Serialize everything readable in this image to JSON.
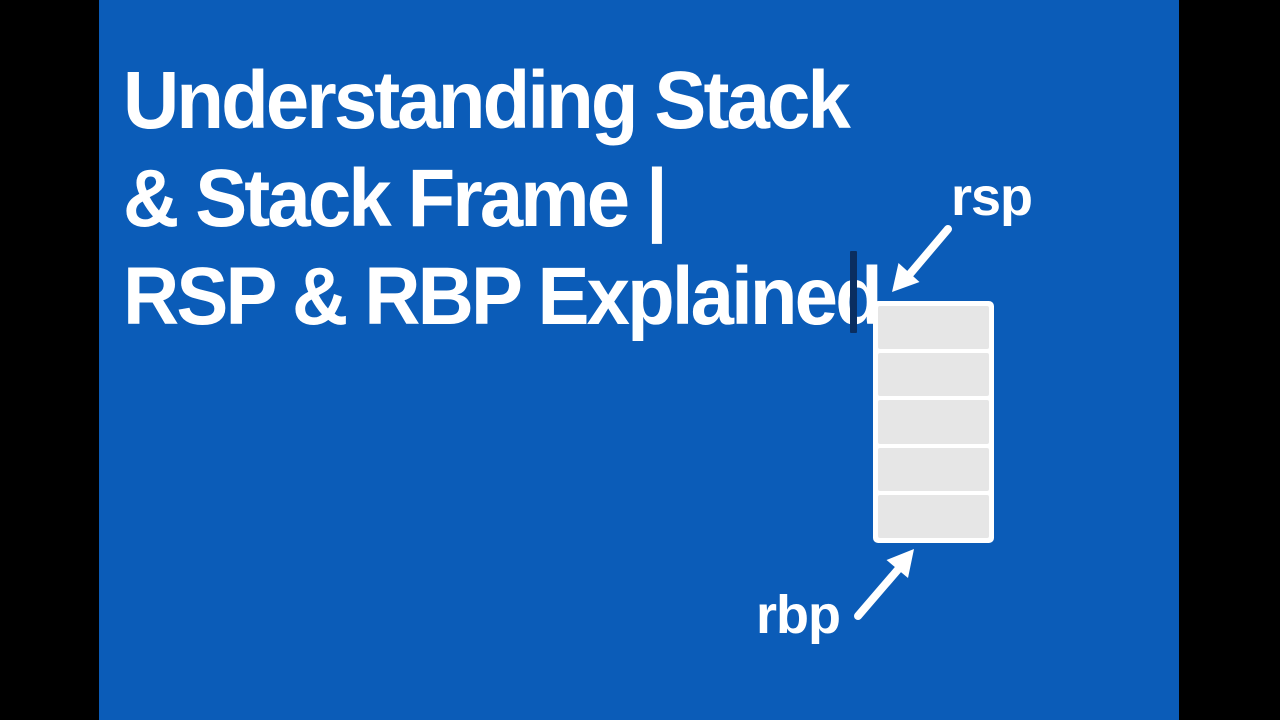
{
  "slide": {
    "title_lines": [
      "Understanding Stack",
      "& Stack Frame |",
      "RSP & RBP Explained"
    ]
  },
  "diagram": {
    "stack_cell_count": 5,
    "rsp_label": "rsp",
    "rbp_label": "rbp"
  },
  "colors": {
    "background": "#0B5CB8",
    "letterbox": "#000000",
    "title_text": "#FFFFFF",
    "stack_frame": "#FFFFFF",
    "stack_cell": "#E6E6E6",
    "arrow": "#FFFFFF",
    "text_cursor": "#0A2E60"
  }
}
